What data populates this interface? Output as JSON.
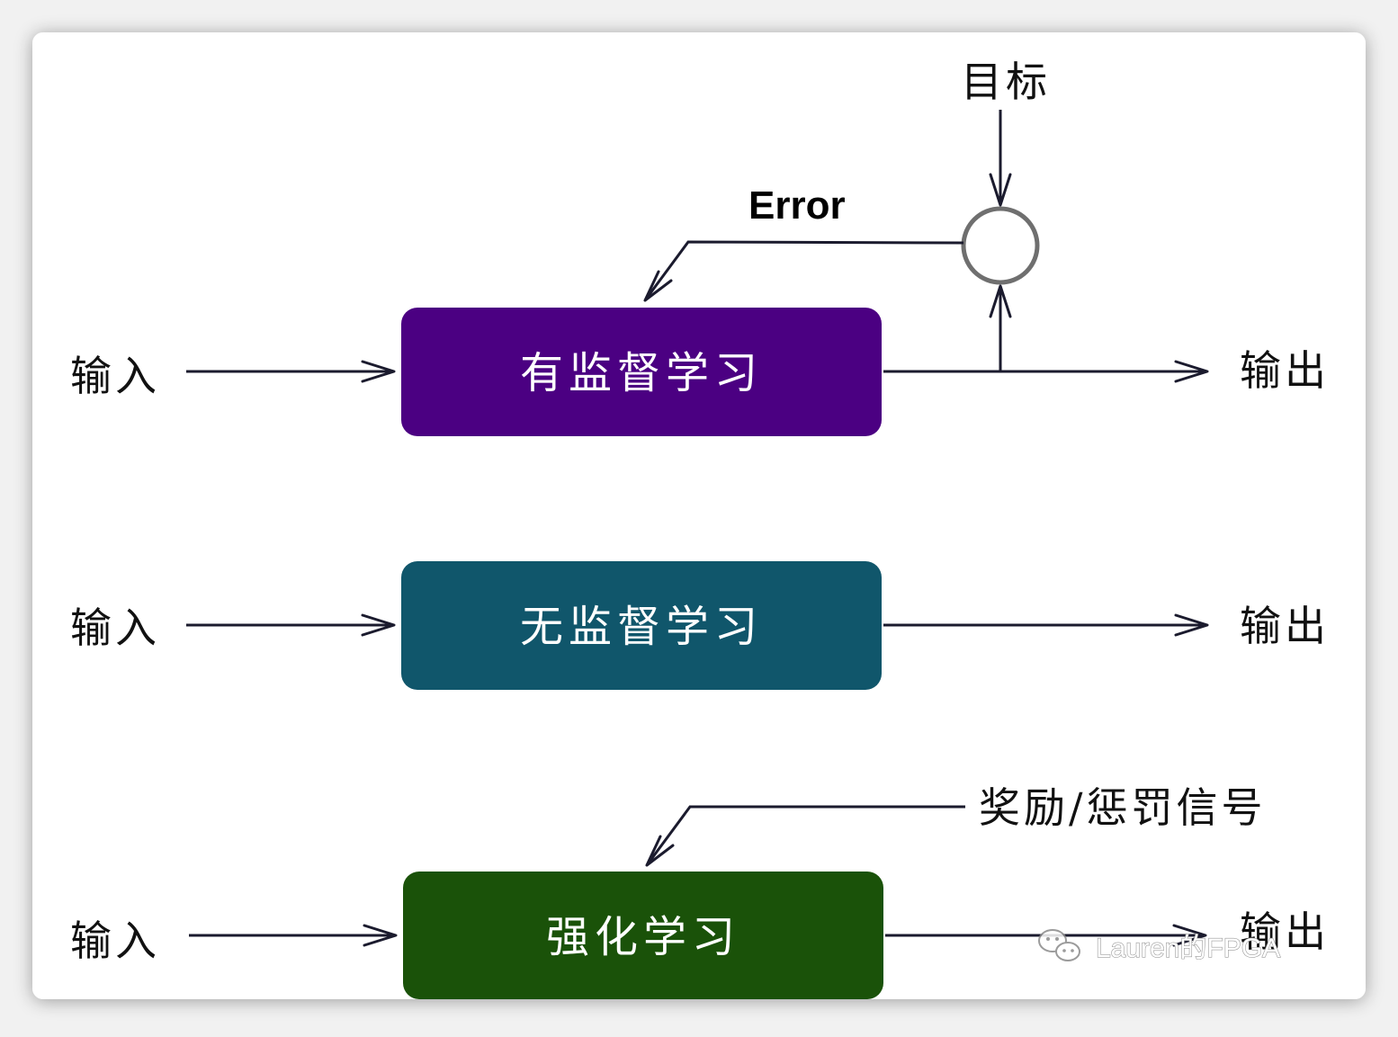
{
  "colors": {
    "supervised_box": "#4b0082",
    "unsupervised_box": "#10566b",
    "reinforcement_box": "#1a5209",
    "line": "#1b1b2e",
    "circle_stroke": "#6f6f6f"
  },
  "rows": [
    {
      "input_label": "输入",
      "box_label": "有监督学习",
      "output_label": "输出"
    },
    {
      "input_label": "输入",
      "box_label": "无监督学习",
      "output_label": "输出"
    },
    {
      "input_label": "输入",
      "box_label": "强化学习",
      "output_label": "输出"
    }
  ],
  "supervised": {
    "target_label": "目标",
    "error_label": "Error"
  },
  "reinforcement": {
    "signal_label": "奖励/惩罚信号"
  },
  "watermark": {
    "text": "Lauren的FPGA",
    "icon": "wechat-icon"
  }
}
